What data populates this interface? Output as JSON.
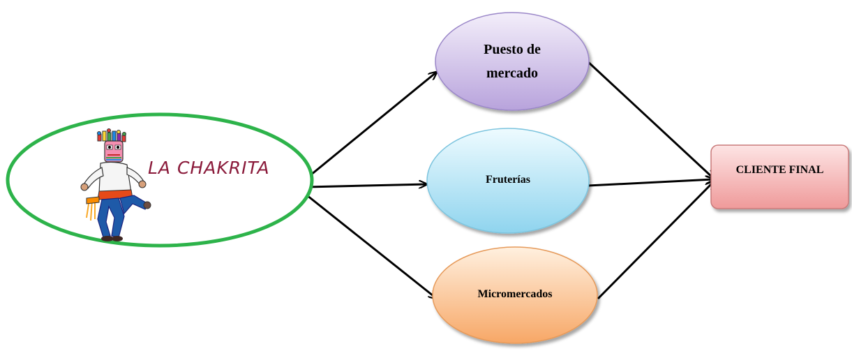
{
  "diagram": {
    "brand": {
      "name": "LA CHAKRITA",
      "logo_icon": "masked-dancer-icon",
      "ellipse_color": "#2db34a",
      "text_color": "#8a1a3a"
    },
    "nodes": [
      {
        "id": "puesto",
        "label_line1": "Puesto de",
        "label_line2": "mercado",
        "fill_top": "#f3eefa",
        "fill_bottom": "#b8a3dc",
        "stroke": "#9a86c8"
      },
      {
        "id": "fruterias",
        "label": "Fruterías",
        "fill_top": "#eefbff",
        "fill_bottom": "#8fd4ee",
        "stroke": "#7cc4de"
      },
      {
        "id": "micro",
        "label": "Micromercados",
        "fill_top": "#fff0df",
        "fill_bottom": "#f7a766",
        "stroke": "#e69a5a"
      }
    ],
    "target": {
      "label": "CLIENTE FINAL",
      "fill_top": "#fde4e4",
      "fill_bottom": "#ef9a9a",
      "stroke": "#c97a7a"
    },
    "arrow_color": "#000000"
  }
}
